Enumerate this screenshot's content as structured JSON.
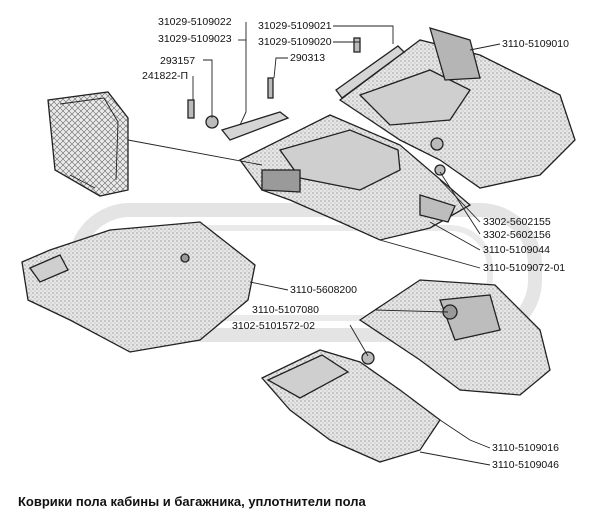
{
  "diagram": {
    "caption": "Коврики пола кабины и багажника, уплотнители пола",
    "watermark": "OPE",
    "colors": {
      "mat_fill": "#e4e4e4",
      "mat_dark": "#9a9a9a",
      "line": "#222222",
      "watermark": "#cfcfcf"
    },
    "labels": [
      "31029-5109022",
      "31029-5109023",
      "293157",
      "241822-П",
      "31029-5109021",
      "31029-5109020",
      "290313",
      "3110-5109010",
      "3302-5602155",
      "3302-5602156",
      "3110-5109044",
      "3110-5109072-01",
      "3110-5608200",
      "3110-5107080",
      "3102-5101572-02",
      "3110-5109016",
      "3110-5109046"
    ]
  }
}
